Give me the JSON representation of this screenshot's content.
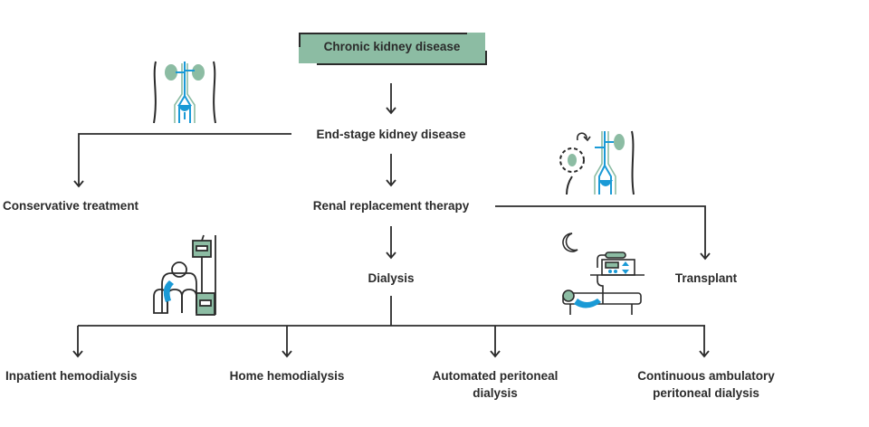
{
  "diagram": {
    "root": "Chronic kidney disease",
    "level1": "End-stage kidney disease",
    "branch_left": "Conservative treatment",
    "branch_center": "Renal replacement therapy",
    "dialysis": "Dialysis",
    "transplant": "Transplant",
    "dialysis_types": [
      {
        "line1": "Inpatient hemodialysis",
        "line2": ""
      },
      {
        "line1": "Home hemodialysis",
        "line2": ""
      },
      {
        "line1": "Automated peritoneal",
        "line2": "dialysis"
      },
      {
        "line1": "Continuous ambulatory",
        "line2": "peritoneal dialysis"
      }
    ]
  },
  "colors": {
    "box_fill": "#8cbca3",
    "line": "#2b2b2b",
    "accent_blue": "#1a9ad6",
    "accent_green": "#8cbca3"
  },
  "illustrations": [
    "kidneys-urinary-tract-icon",
    "kidney-transplant-icon",
    "hemodialysis-patient-icon",
    "peritoneal-dialysis-bed-icon"
  ]
}
